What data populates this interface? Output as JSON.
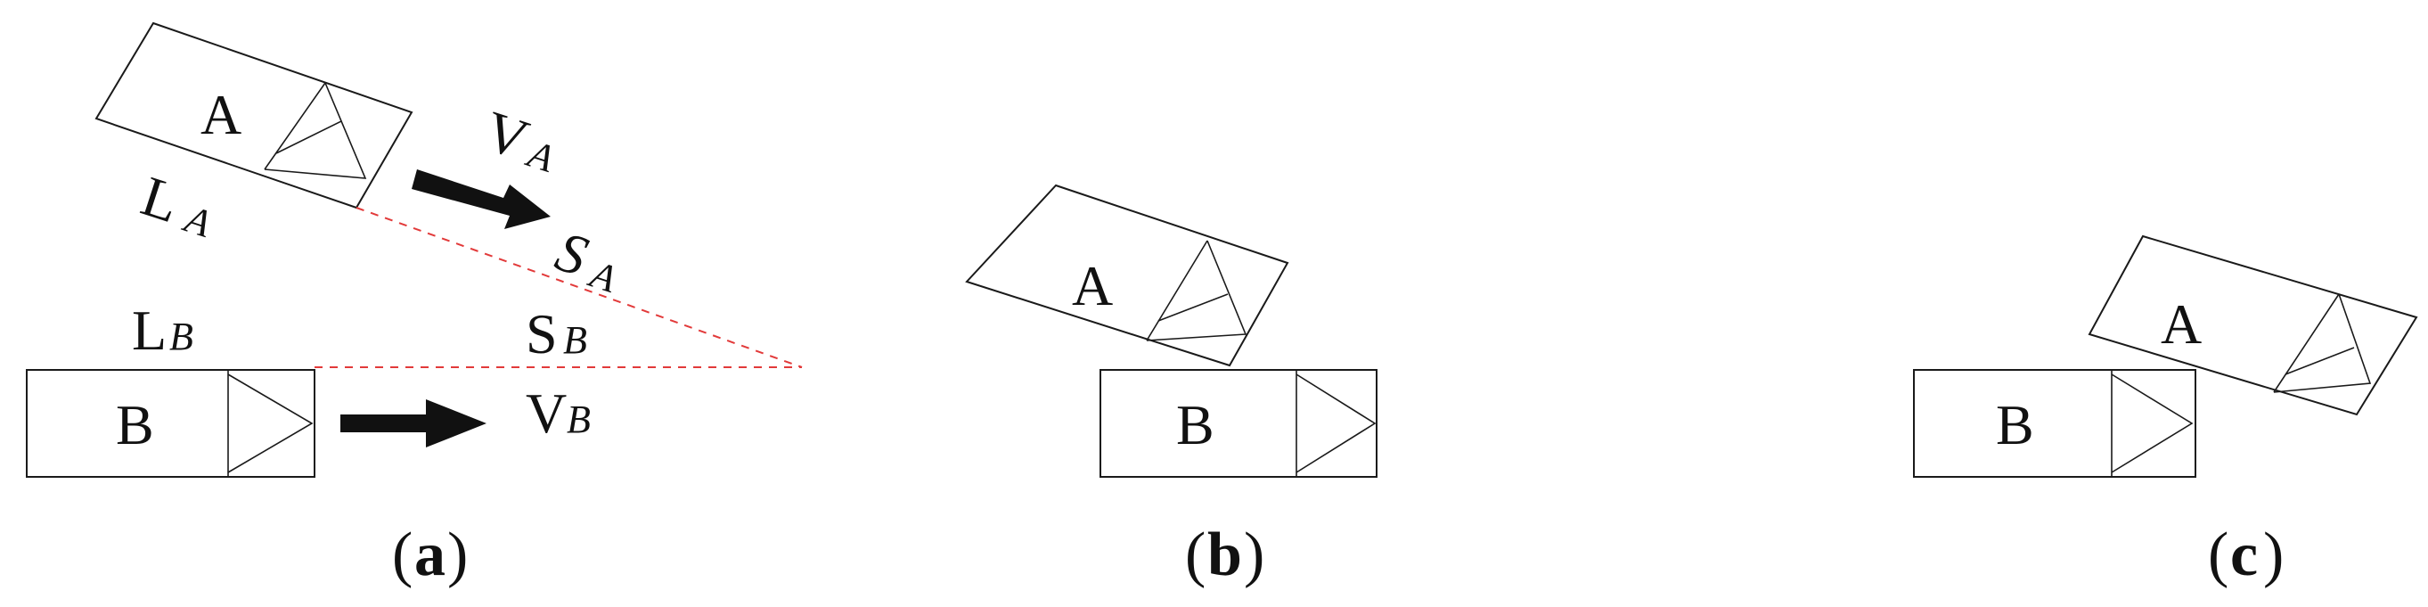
{
  "colors": {
    "line": "#1a1a1a",
    "dashed_line": "#e23a3a",
    "background": "#ffffff"
  },
  "vehicles": {
    "a_label": "A",
    "b_label": "B"
  },
  "annotations": {
    "length_a": "L",
    "length_a_sub": "A",
    "velocity_a": "V",
    "velocity_a_sub": "A",
    "distance_a": "S",
    "distance_a_sub": "A",
    "length_b": "L",
    "length_b_sub": "B",
    "distance_b": "S",
    "distance_b_sub": "B",
    "velocity_b": "V",
    "velocity_b_sub": "B"
  },
  "panels": {
    "a": "a",
    "b": "b",
    "c": "c"
  }
}
